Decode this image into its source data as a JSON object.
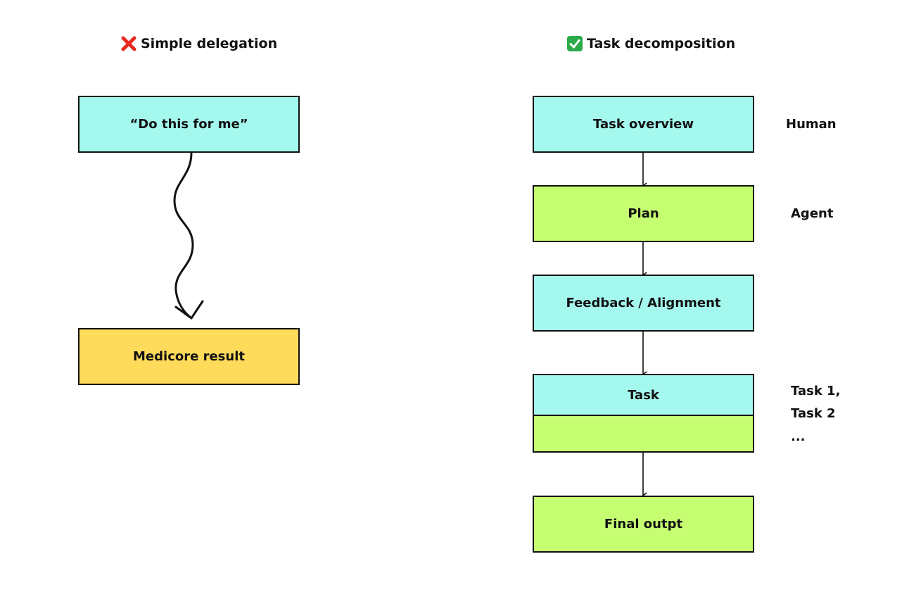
{
  "left": {
    "heading": "Simple delegation",
    "heading_icon": "red-cross-icon",
    "request_box": "“Do this for me”",
    "result_box": "Medicore result"
  },
  "right": {
    "heading": "Task decomposition",
    "heading_icon": "green-check-icon",
    "steps": {
      "task_overview": "Task overview",
      "plan": "Plan",
      "feedback": "Feedback / Alignment",
      "task": "Task",
      "final_output": "Final outpt"
    },
    "side_labels": {
      "human": "Human",
      "agent": "Agent",
      "task1": "Task 1,",
      "task2": "Task 2",
      "ellipsis": "..."
    }
  },
  "colors": {
    "cyan": "#A4F8EE",
    "green": "#C6FE72",
    "yellow": "#FFDB5C",
    "cross_red": "#E8291C",
    "check_green": "#2BAA4A"
  }
}
